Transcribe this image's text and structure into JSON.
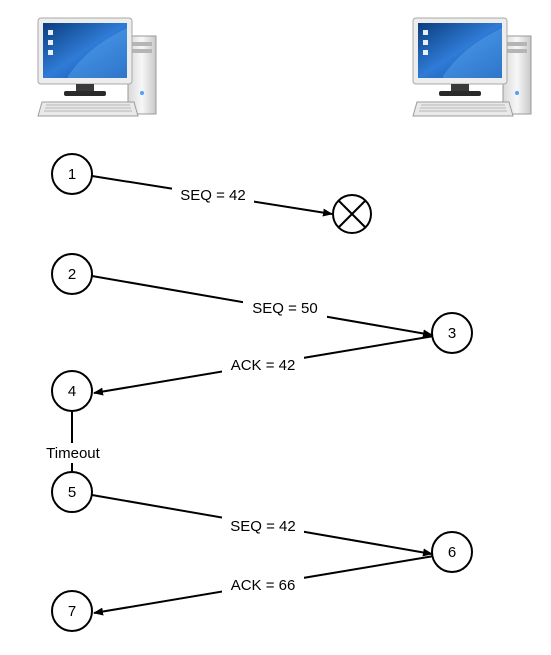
{
  "nodes": [
    {
      "id": "1",
      "label": "1"
    },
    {
      "id": "2",
      "label": "2"
    },
    {
      "id": "3",
      "label": "3"
    },
    {
      "id": "4",
      "label": "4"
    },
    {
      "id": "5",
      "label": "5"
    },
    {
      "id": "6",
      "label": "6"
    },
    {
      "id": "7",
      "label": "7"
    }
  ],
  "edges": [
    {
      "from": "1",
      "to": "lost",
      "label": "SEQ = 42"
    },
    {
      "from": "2",
      "to": "3",
      "label": "SEQ = 50"
    },
    {
      "from": "3",
      "to": "4",
      "label": "ACK = 42"
    },
    {
      "from": "4",
      "to": "5",
      "label": "Timeout"
    },
    {
      "from": "5",
      "to": "6",
      "label": "SEQ = 42"
    },
    {
      "from": "6",
      "to": "7",
      "label": "ACK = 66"
    }
  ],
  "icons": {
    "left_computer": "computer-icon",
    "right_computer": "computer-icon",
    "lost_packet": "lost-packet-icon"
  },
  "colors": {
    "monitor_screen": "#1a5fb4",
    "line": "#000000"
  }
}
